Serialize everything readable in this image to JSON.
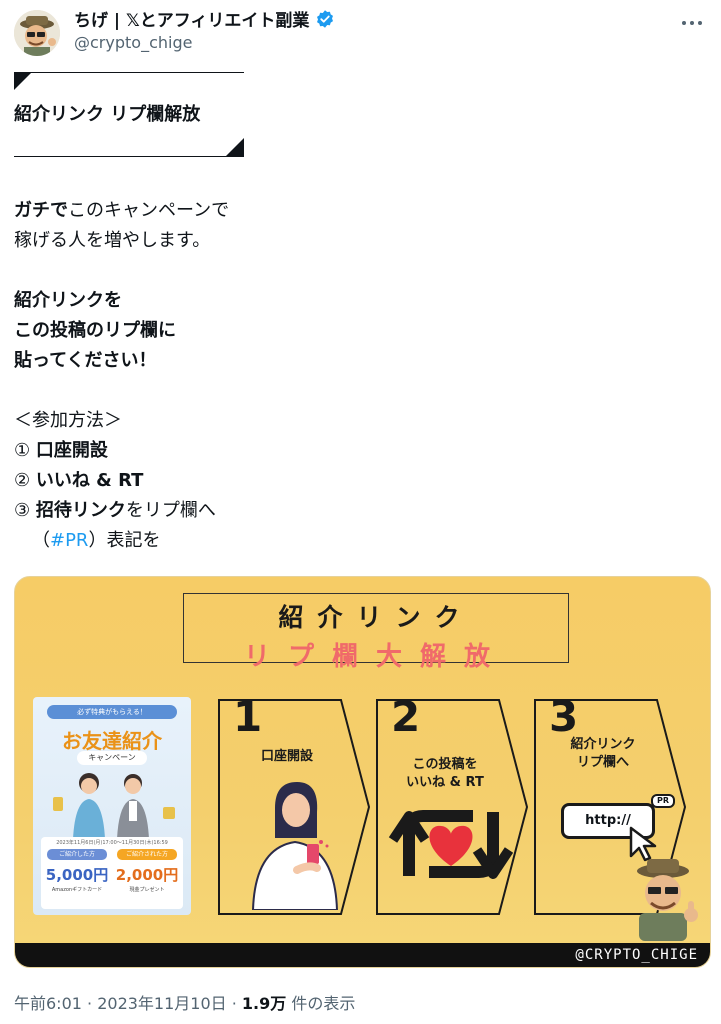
{
  "author": {
    "display_name": "ちげ | 𝕏とアフィリエイト副業",
    "handle": "@crypto_chige",
    "avatar_icon": "cartoon-avatar-icon",
    "verified_icon": "verified-badge-icon",
    "verified_color": "#1d9bf0"
  },
  "more_icon": "more-options-icon",
  "tweet": {
    "title": "紹介リンク リプ欄解放",
    "line1_bold": "ガチで",
    "line1_rest": "このキャンペーンで",
    "line2": "稼げる人を増やします。",
    "line3": "紹介リンクを",
    "line4": "この投稿のリプ欄に",
    "line5": "貼ってください！",
    "how_to_header": "＜参加方法＞",
    "step1_num": "①",
    "step1_text": "口座開設",
    "step2_num": "②",
    "step2_text": "いいね & RT",
    "step3_num": "③",
    "step3_bold": "招待リンク",
    "step3_rest": "をリプ欄へ",
    "step4_open": "（",
    "step4_hashtag": "#PR",
    "step4_close": "）表記を"
  },
  "image": {
    "banner_line1": "紹介リンク",
    "banner_line2": "リプ欄大解放",
    "promo": {
      "top_pill": "必ず特典がもらえる！",
      "title": "お友達紹介",
      "subtitle": "キャンペーン",
      "period": "2023年11月6日(月)17:00〜11月30日(木)16:59",
      "left_pill": "ご紹介した方",
      "left_amount": "5,000円",
      "left_note": "Amazonギフトカード",
      "right_pill": "ご紹介された方",
      "right_amount": "2,000円",
      "right_note": "現金プレゼント"
    },
    "step1": {
      "number": "1",
      "label": "口座開設"
    },
    "step2": {
      "number": "2",
      "label_line1": "この投稿を",
      "label_line2": "いいね & RT"
    },
    "step3": {
      "number": "3",
      "label_line1": "紹介リンク",
      "label_line2": "リプ欄へ",
      "url": "http://",
      "pr": "PR"
    },
    "watermark": "@CRYPTO_CHIGE"
  },
  "meta": {
    "time": "午前6:01",
    "sep1": " · ",
    "date": "2023年11月10日",
    "sep2": " · ",
    "views_count": "1.9万",
    "views_label": " 件の表示"
  }
}
